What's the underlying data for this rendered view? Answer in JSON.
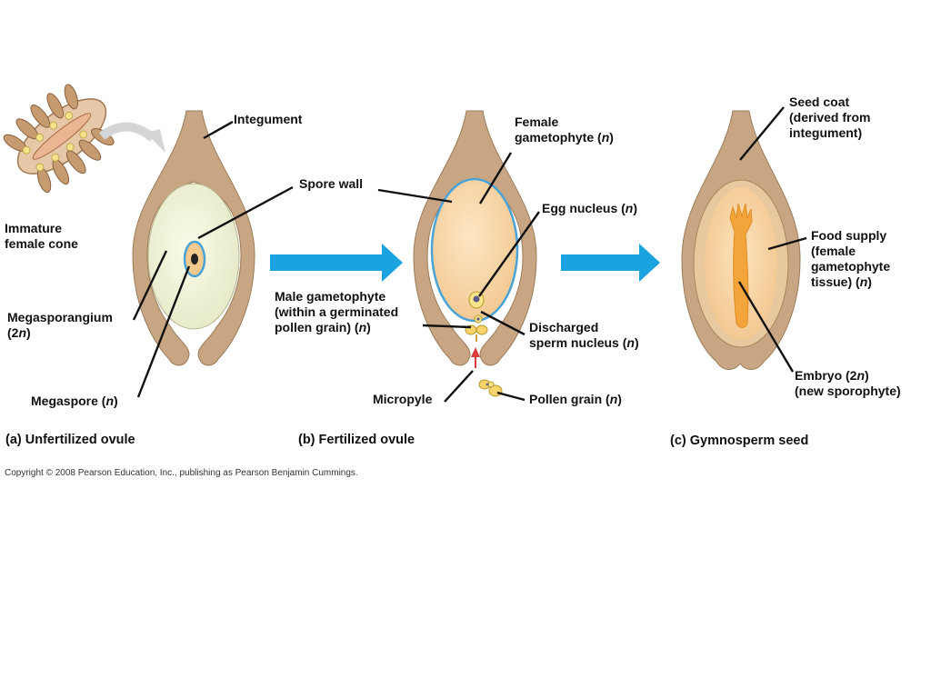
{
  "labels": {
    "integument": "Integument",
    "spore_wall": "Spore wall",
    "immature_cone_l1": "Immature",
    "immature_cone_l2": "female cone",
    "megasporangium_l1": "Megasporangium",
    "megasporangium_l2_a": "(2",
    "megasporangium_l2_n": "n",
    "megasporangium_l2_b": ")",
    "megaspore_a": "Megaspore (",
    "megaspore_n": "n",
    "megaspore_b": ")",
    "female_gametophyte_l1": "Female",
    "female_gametophyte_l2_a": "gametophyte (",
    "female_gametophyte_l2_n": "n",
    "female_gametophyte_l2_b": ")",
    "egg_nucleus_a": "Egg nucleus (",
    "egg_nucleus_n": "n",
    "egg_nucleus_b": ")",
    "male_gametophyte_l1": "Male gametophyte",
    "male_gametophyte_l2": "(within a germinated",
    "male_gametophyte_l3_a": "pollen grain) (",
    "male_gametophyte_l3_n": "n",
    "male_gametophyte_l3_b": ")",
    "discharged_l1": "Discharged",
    "discharged_l2_a": "sperm nucleus (",
    "discharged_l2_n": "n",
    "discharged_l2_b": ")",
    "micropyle": "Micropyle",
    "pollen_grain_a": "Pollen grain (",
    "pollen_grain_n": "n",
    "pollen_grain_b": ")",
    "seed_coat_l1": "Seed coat",
    "seed_coat_l2": "(derived from",
    "seed_coat_l3": "integument)",
    "food_supply_l1": "Food supply",
    "food_supply_l2": "(female",
    "food_supply_l3": "gametophyte",
    "food_supply_l4_a": "tissue) (",
    "food_supply_l4_n": "n",
    "food_supply_l4_b": ")",
    "embryo_l1_a": "Embryo (2",
    "embryo_l1_n": "n",
    "embryo_l1_b": ")",
    "embryo_l2": "(new sporophyte)"
  },
  "captions": {
    "a": "(a) Unfertilized ovule",
    "b": "(b) Fertilized ovule",
    "c": "(c) Gymnosperm seed"
  },
  "copyright": "Copyright © 2008 Pearson Education, Inc., publishing as Pearson Benjamin Cummings.",
  "colors": {
    "integument": "#c8a683",
    "integument_dark": "#8a6a4a",
    "megasporangium": "#eef0d6",
    "gametophyte": "#f6cf9a",
    "spore_wall": "#5aa9d6",
    "arrow": "#1ba3e0",
    "embryo": "#f3a43a"
  }
}
